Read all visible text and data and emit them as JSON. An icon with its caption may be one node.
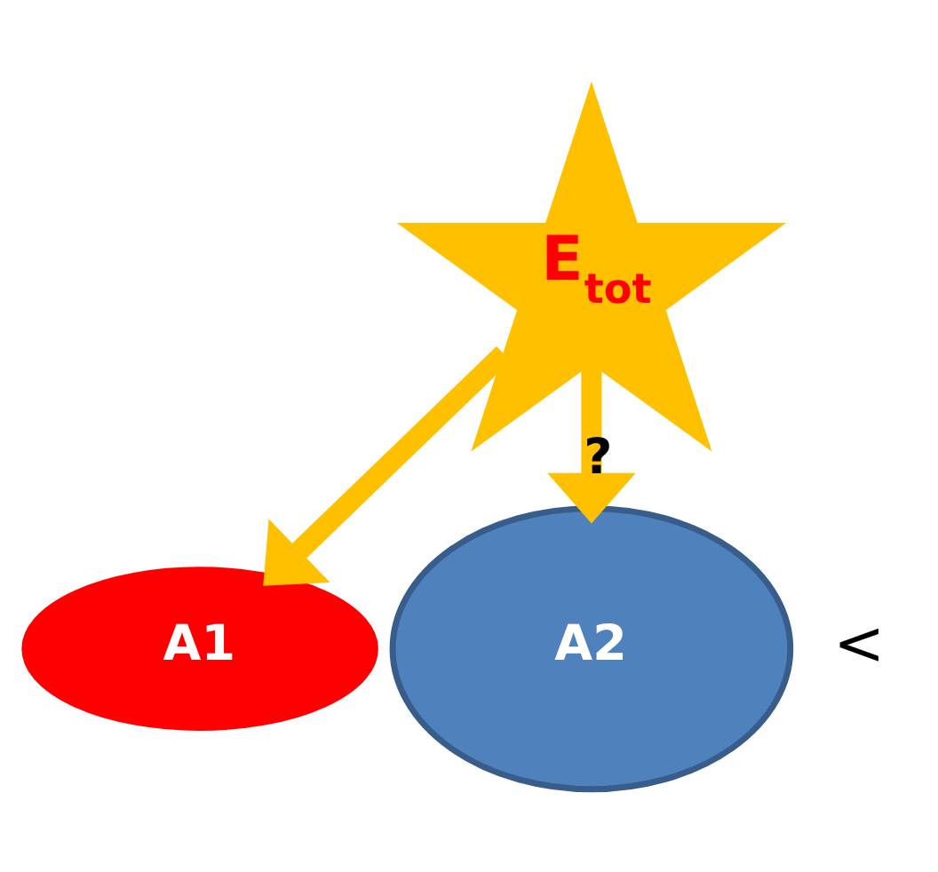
{
  "diagram": {
    "nodes": [
      {
        "text": [
          "E$_{tot}$"
        ]
      },
      {
        "text": [
          "A1"
        ]
      },
      {
        "text": [
          "A2"
        ]
      }
    ],
    "edges": [
      {
        "from": 0,
        "to": 1,
        "arrow": "to"
      },
      {
        "from": 0,
        "to": 2,
        "arrow": "to",
        "label": "?"
      }
    ],
    "labels": [
      "<"
    ]
  }
}
